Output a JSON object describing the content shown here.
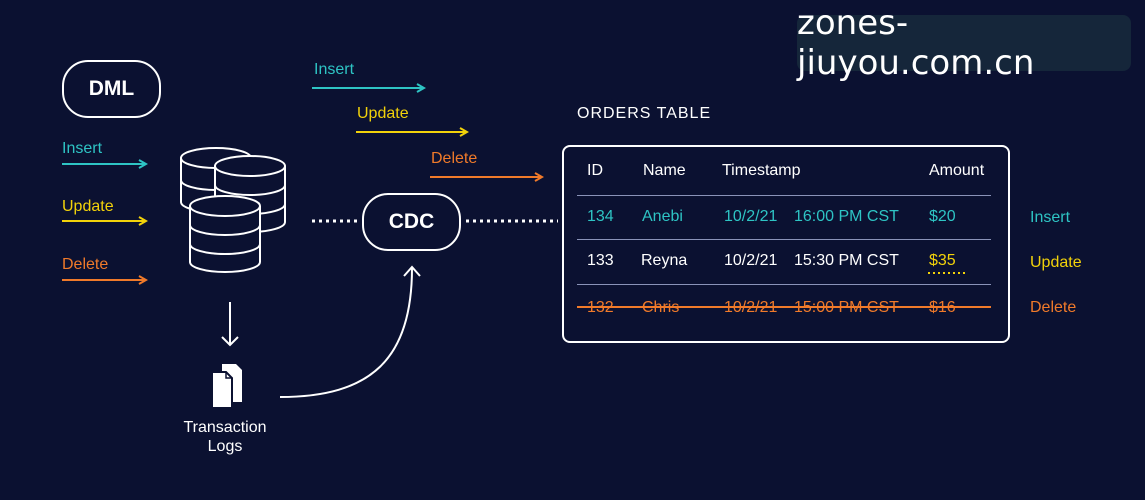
{
  "colors": {
    "background": "#0b1131",
    "insert": "#2ec4c4",
    "update": "#f2d20a",
    "delete": "#f07a2a",
    "white": "#ffffff"
  },
  "watermark": "zones-jiuyou.com.cn",
  "dml": {
    "label": "DML",
    "ops": [
      "Insert",
      "Update",
      "Delete"
    ]
  },
  "cdc": {
    "label": "CDC",
    "ops": [
      "Insert",
      "Update",
      "Delete"
    ]
  },
  "logs": {
    "line1": "Transaction",
    "line2": "Logs"
  },
  "table": {
    "title": "ORDERS TABLE",
    "headers": [
      "ID",
      "Name",
      "Timestamp",
      "Amount"
    ],
    "rows": [
      {
        "id": "134",
        "name": "Anebi",
        "date": "10/2/21",
        "time": "16:00 PM CST",
        "amount": "$20",
        "op": "Insert",
        "kind": "insert"
      },
      {
        "id": "133",
        "name": "Reyna",
        "date": "10/2/21",
        "time": "15:30 PM CST",
        "amount": "$35",
        "op": "Update",
        "kind": "update"
      },
      {
        "id": "132",
        "name": "Chris",
        "date": "10/2/21",
        "time": "15:00 PM CST",
        "amount": "$16",
        "op": "Delete",
        "kind": "delete"
      }
    ]
  },
  "icons": [
    "database-icon",
    "documents-icon",
    "arrow-right-icon",
    "arrow-down-icon",
    "arrow-up-curve-icon"
  ]
}
